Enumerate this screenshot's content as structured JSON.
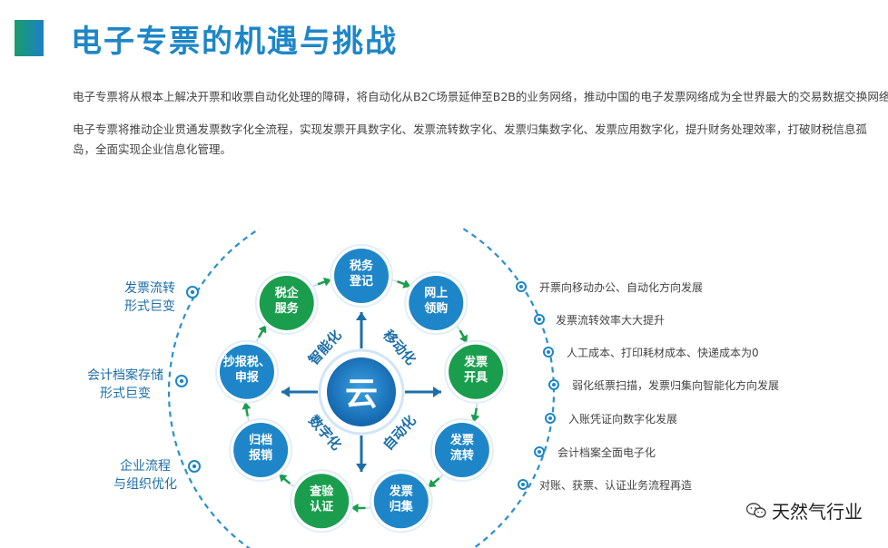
{
  "header": {
    "title": "电子专票的机遇与挑战"
  },
  "paragraphs": [
    "电子专票将从根本上解决开票和收票自动化处理的障碍，将自动化从B2C场景延伸至B2B的业务网络，推动中国的电子发票网络成为全世界最大的交易数据交换网络。",
    "电子专票将推动企业贯通发票数字化全流程，实现发票开具数字化、发票流转数字化、发票归集数字化、发票应用数字化，提升财务处理效率，打破财税信息孤岛，全面实现企业信息化管理。"
  ],
  "diagram": {
    "center": "云",
    "directions": [
      "智能化",
      "移动化",
      "数字化",
      "自动化"
    ],
    "nodes": [
      {
        "lines": [
          "税务",
          "登记"
        ],
        "color": "#1e86c8"
      },
      {
        "lines": [
          "网上",
          "领购"
        ],
        "color": "#1e86c8"
      },
      {
        "lines": [
          "发票",
          "开具"
        ],
        "color": "#1a9e4e"
      },
      {
        "lines": [
          "发票",
          "流转"
        ],
        "color": "#1e86c8"
      },
      {
        "lines": [
          "发票",
          "归集"
        ],
        "color": "#1e86c8"
      },
      {
        "lines": [
          "查验",
          "认证"
        ],
        "color": "#1a9e4e"
      },
      {
        "lines": [
          "归档",
          "报销"
        ],
        "color": "#1e86c8"
      },
      {
        "lines": [
          "抄报税、",
          "申报"
        ],
        "color": "#1e86c8"
      },
      {
        "lines": [
          "税企",
          "服务"
        ],
        "color": "#1a9e4e"
      }
    ],
    "left_labels": [
      {
        "lines": [
          "发票流转",
          "形式巨变"
        ]
      },
      {
        "lines": [
          "会计档案存储",
          "形式巨变"
        ]
      },
      {
        "lines": [
          "企业流程",
          "与组织优化"
        ]
      }
    ],
    "right_items": [
      "开票向移动办公、自动化方向发展",
      "发票流转效率大大提升",
      "人工成本、打印耗材成本、快递成本为0",
      "弱化纸票扫描，发票归集向智能化方向发展",
      "入账凭证向数字化发展",
      "会计档案全面电子化",
      "对账、获票、认证业务流程再造"
    ]
  },
  "watermark": {
    "text": "天然气行业",
    "icon": "wechat-icon"
  }
}
